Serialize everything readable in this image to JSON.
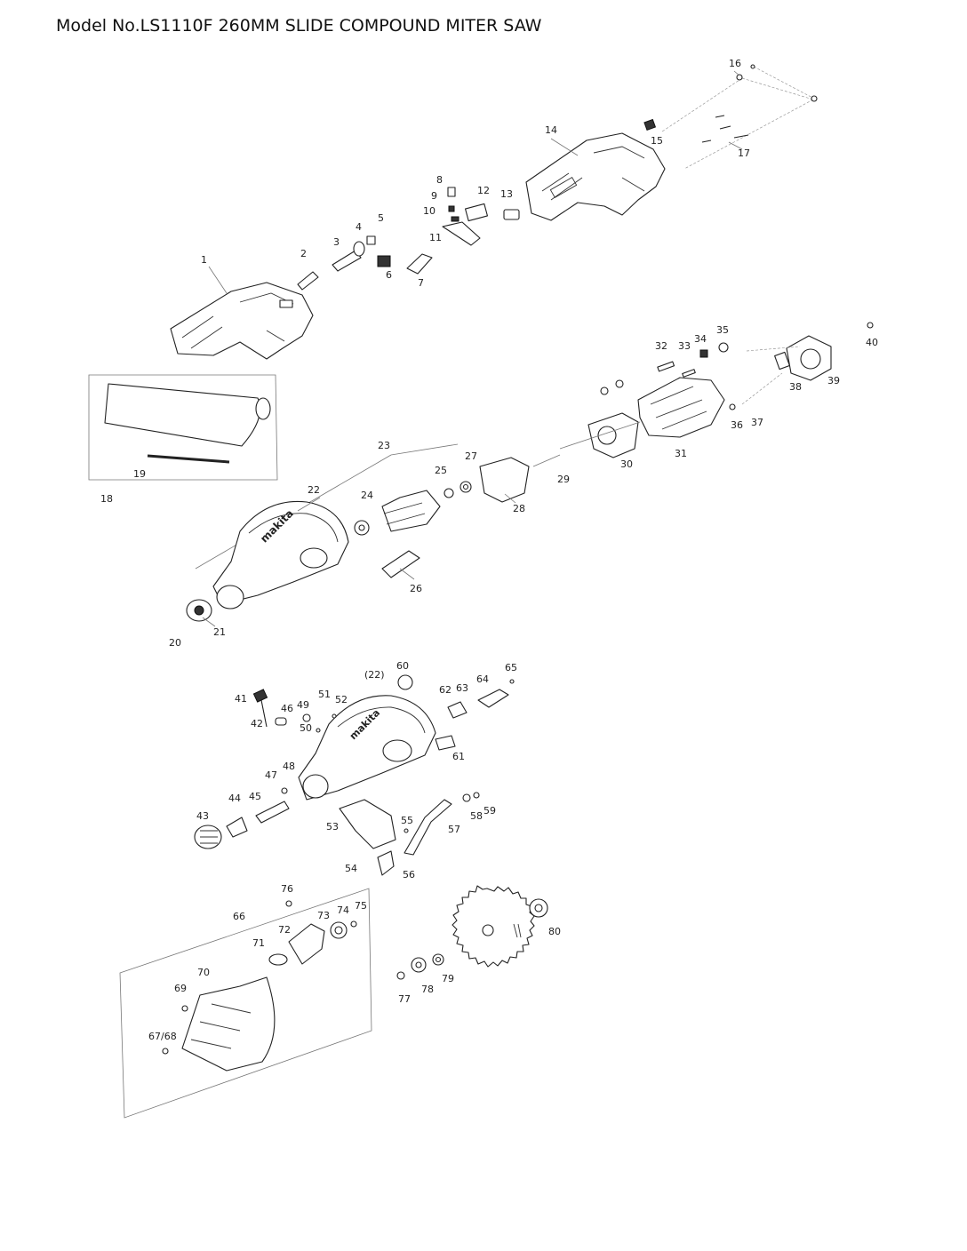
{
  "title": "Model No.LS1110F 260MM SLIDE COMPOUND MITER SAW",
  "callouts": {
    "c1": "1",
    "c2": "2",
    "c3": "3",
    "c4": "4",
    "c5": "5",
    "c6": "6",
    "c7": "7",
    "c8": "8",
    "c9": "9",
    "c10": "10",
    "c11": "11",
    "c12": "12",
    "c13": "13",
    "c14": "14",
    "c15": "15",
    "c16": "16",
    "c17": "17",
    "c18": "18",
    "c19": "19",
    "c20": "20",
    "c21": "21",
    "c22": "22",
    "c23": "23",
    "c24": "24",
    "c25": "25",
    "c26": "26",
    "c27": "27",
    "c28": "28",
    "c29": "29",
    "c30": "30",
    "c31": "31",
    "c32": "32",
    "c33": "33",
    "c34": "34",
    "c35": "35",
    "c36": "36",
    "c37": "37",
    "c38": "38",
    "c39": "39",
    "c40": "40",
    "c41": "41",
    "c42": "42",
    "c22b": "(22)",
    "c43": "43",
    "c44": "44",
    "c45": "45",
    "c46": "46",
    "c47": "47",
    "c48": "48",
    "c49": "49",
    "c50": "50",
    "c51": "51",
    "c52": "52",
    "c53": "53",
    "c54": "54",
    "c55": "55",
    "c56": "56",
    "c57": "57",
    "c58": "58",
    "c59": "59",
    "c60": "60",
    "c61": "61",
    "c62": "62",
    "c63": "63",
    "c64": "64",
    "c65": "65",
    "c66": "66",
    "c67": "67/68",
    "c69": "69",
    "c70": "70",
    "c71": "71",
    "c72": "72",
    "c73": "73",
    "c74": "74",
    "c75": "75",
    "c76": "76",
    "c77": "77",
    "c78": "78",
    "c79": "79",
    "c80": "80"
  },
  "brand_mark": "makita"
}
